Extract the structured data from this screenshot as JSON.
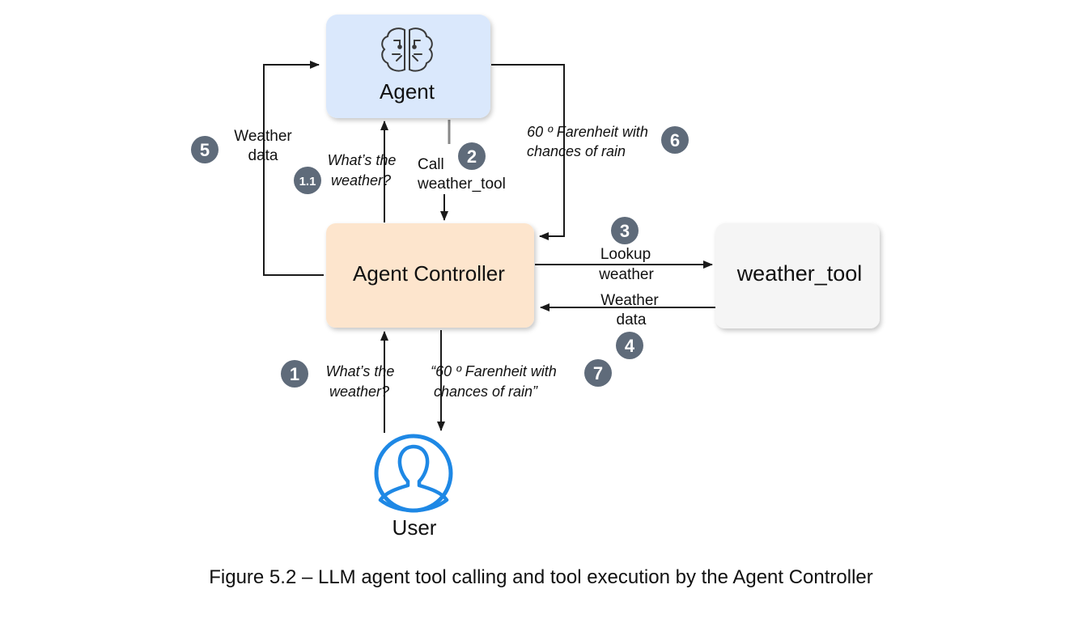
{
  "nodes": {
    "agent": {
      "label": "Agent",
      "icon": "brain-circuit-icon",
      "fill": "#dae8fc"
    },
    "agent_controller": {
      "label": "Agent Controller",
      "fill": "#fde5cd"
    },
    "weather_tool": {
      "label": "weather_tool",
      "fill": "#f5f5f5"
    },
    "user": {
      "label": "User",
      "icon": "user-icon",
      "color": "#1e88e5"
    }
  },
  "edges": {
    "user_query": {
      "step": "1",
      "line1": "What’s the",
      "line2": "weather?"
    },
    "agent_query": {
      "step": "1.1",
      "line1": "What’s the",
      "line2": "weather?"
    },
    "call_tool": {
      "step": "2",
      "line1": "Call",
      "line2": "weather_tool"
    },
    "lookup": {
      "step": "3",
      "line1": "Lookup",
      "line2": "weather"
    },
    "tool_data": {
      "step": "4",
      "line1": "Weather",
      "line2": "data"
    },
    "weather_data_to_agent": {
      "step": "5",
      "line1": "Weather",
      "line2": "data"
    },
    "agent_answer": {
      "step": "6",
      "line1": "60 º Farenheit with",
      "line2": "chances of rain"
    },
    "user_answer": {
      "step": "7",
      "line1": "“60 º Farenheit with",
      "line2": "chances of rain”"
    }
  },
  "badge_color": "#5f6b7a",
  "caption": "Figure 5.2 – LLM agent tool calling and tool execution by the Agent Controller"
}
